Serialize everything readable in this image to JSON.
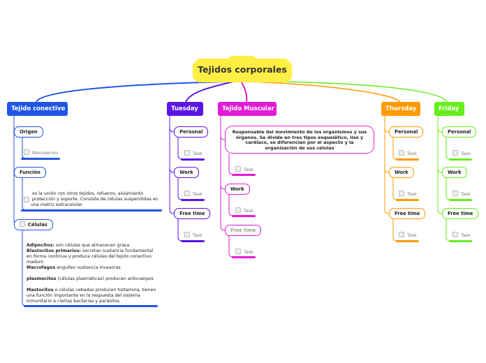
{
  "root": {
    "title": "Tejidos corporales"
  },
  "colors": {
    "conectivo": "#1f56e6",
    "tuesday": "#5a14e8",
    "muscular": "#e31ad8",
    "thursday": "#ff9900",
    "friday": "#66ee1a",
    "root": "#ffee44"
  },
  "conectivo": {
    "title": "Tejido conectivo",
    "origen": "Origen",
    "mesodermo": "Mesodermo",
    "funcion": "Función",
    "funcion_text": "es la unión con otros tejidos, refuerzo, aislamiento protección y soporte. Consiste de células suspendidas en una matriz extracelular.",
    "celulas": "Células",
    "celulas_notes": {
      "adipocitos_b": "Adipocitos:",
      "adipocitos_t": " son células que almacenan grasa",
      "blastocitos_b": "Blastocitos primarios:",
      "blastocitos_t": " secretan sustancia fundamental en forma continua y produce células del tejido conectivo maduro",
      "macrofagos_b": "Macrofagos",
      "macrofagos_t": " engullen sustancia invasoras",
      "plasmocitos_b": "plasmocitos",
      "plasmocitos_t": " (células plasmáticas) producen anticuerpos",
      "mastocitos_b": "Mastocitos",
      "mastocitos_t": " o células cebadas producen histamina, tienen una función importante en la respuesta del sistema inmunitario a ciertas bacterias y parásitos"
    }
  },
  "tuesday": {
    "title": "Tuesday",
    "items": [
      "Personal",
      "Work",
      "Free time"
    ],
    "task": "Task"
  },
  "muscular": {
    "title": "Tejido Muscular",
    "desc": "Responsable del movimiento de los organismos y sus órganos. Se divide en tres tipos esquelético, liso y cardíaco, se diferencian por el aspecto y la organización de sus células",
    "items": [
      "Work",
      "Free time"
    ],
    "task": "Task"
  },
  "thursday": {
    "title": "Thursday",
    "items": [
      "Personal",
      "Work",
      "Free time"
    ],
    "task": "Task"
  },
  "friday": {
    "title": "Friday",
    "items": [
      "Personal",
      "Work",
      "Free time"
    ],
    "task": "Task"
  }
}
